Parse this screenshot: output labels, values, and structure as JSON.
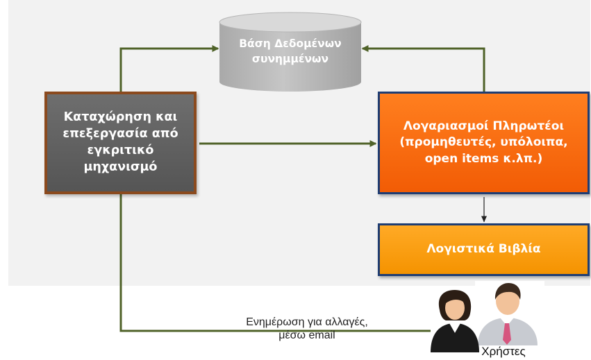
{
  "database": {
    "line1": "Βάση Δεδομένων",
    "line2": "συνημμένων"
  },
  "processing": {
    "lines": [
      "Καταχώρηση και",
      "επεξεργασία από",
      "εγκριτικό",
      "μηχανισμό"
    ]
  },
  "payables": {
    "lines": [
      "Λογαριασμοί Πληρωτέοι",
      "(προμηθευτές, υπόλοιπα,",
      "open items κ.λπ.)"
    ]
  },
  "ledger": {
    "label": "Λογιστικά Βιβλία"
  },
  "notification": {
    "line1": "Ενημέρωση για αλλαγές,",
    "line2": "μέσω email"
  },
  "users": {
    "label": "Χρήστες"
  },
  "colors": {
    "connector": "#4f6228",
    "processing_fill": "#5f5f5f",
    "processing_border": "#8b4a1e",
    "payables_fill": "#f96a0e",
    "ledger_fill": "#f9a011",
    "box_border": "#1f3d73",
    "database_fill": "#bfbfbf"
  }
}
